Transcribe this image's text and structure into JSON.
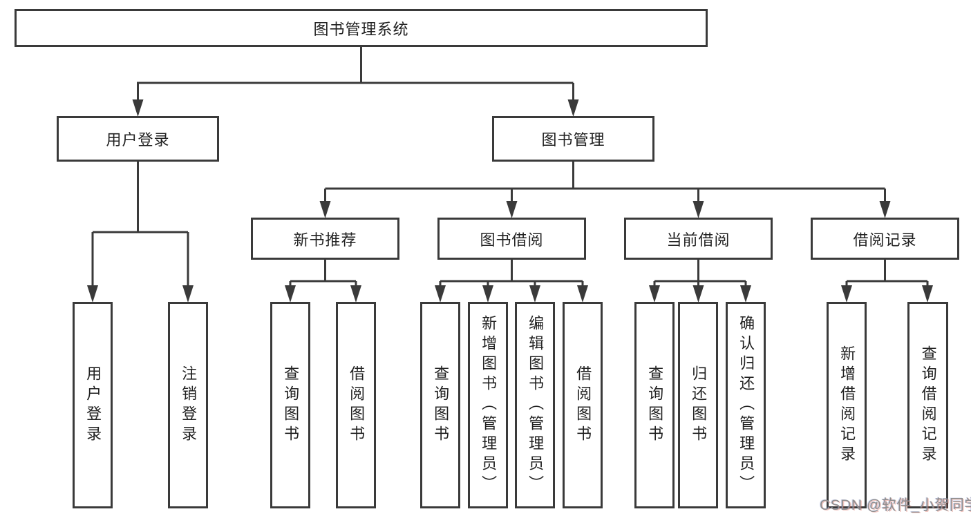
{
  "colors": {
    "line": "#3a3a3a",
    "box_border": "#3a3a3a",
    "text": "#212121",
    "background": "#ffffff",
    "watermark": "#8f8f8f"
  },
  "tree": {
    "label": "图书管理系统",
    "children": [
      {
        "label": "用户登录",
        "children": [
          {
            "label": "用户登录"
          },
          {
            "label": "注销登录"
          }
        ]
      },
      {
        "label": "图书管理",
        "children": [
          {
            "label": "新书推荐",
            "children": [
              {
                "label": "查询图书"
              },
              {
                "label": "借阅图书"
              }
            ]
          },
          {
            "label": "图书借阅",
            "children": [
              {
                "label": "查询图书"
              },
              {
                "label": "新增图书（管理员）"
              },
              {
                "label": "编辑图书（管理员）"
              },
              {
                "label": "借阅图书"
              }
            ]
          },
          {
            "label": "当前借阅",
            "children": [
              {
                "label": "查询图书"
              },
              {
                "label": "归还图书"
              },
              {
                "label": "确认归还（管理员）"
              }
            ]
          },
          {
            "label": "借阅记录",
            "children": [
              {
                "label": "新增借阅记录"
              },
              {
                "label": "查询借阅记录"
              }
            ]
          }
        ]
      }
    ]
  },
  "watermark": {
    "text": "CSDN @软件_小贺同学"
  }
}
